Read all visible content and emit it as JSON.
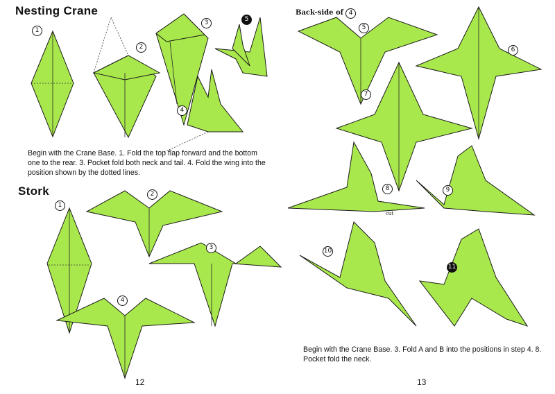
{
  "left_page": {
    "title_crane": "Nesting Crane",
    "crane_text": "Begin with the Crane Base. 1. Fold the top flap forward and the bottom one to the rear. 3. Pocket fold both neck and tail. 4. Fold the wing into the position shown by the dotted lines.",
    "crane_steps": [
      "1",
      "2",
      "3",
      "4",
      "5"
    ],
    "title_stork": "Stork",
    "stork_steps": [
      "1",
      "2",
      "3",
      "4"
    ],
    "page_number": "12"
  },
  "right_page": {
    "backside_label": "Back-side of",
    "backside_step": "4",
    "steps": [
      "5",
      "6",
      "7",
      "8",
      "9",
      "10",
      "11"
    ],
    "cut_label": "cut",
    "text": "Begin with the Crane Base. 3. Fold A and B into the positions in step 4. 8. Pocket fold the neck.",
    "page_number": "13"
  },
  "colors": {
    "paper": "#a9e84c"
  }
}
